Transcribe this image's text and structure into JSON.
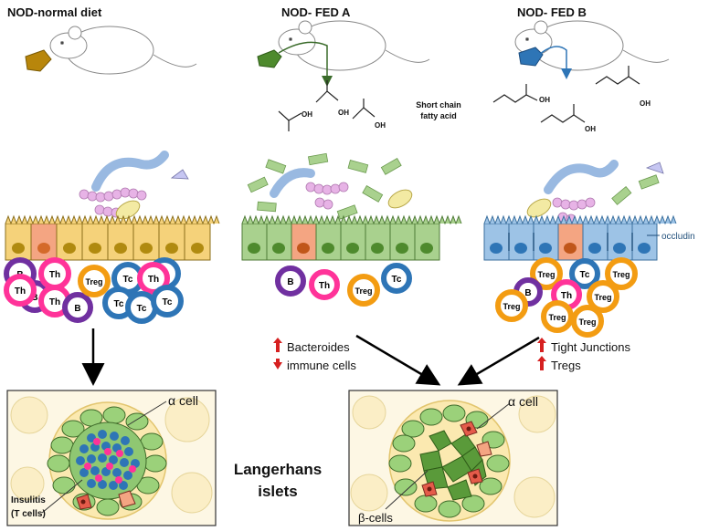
{
  "columns": {
    "normal": {
      "title": "NOD-normal diet"
    },
    "fed_a": {
      "title": "NOD- FED A"
    },
    "fed_b": {
      "title": "NOD- FED B"
    }
  },
  "scfa": {
    "line1": "Short chain",
    "line2": "fatty acid",
    "oh": "OH"
  },
  "occludin": "occludin",
  "cells": {
    "b": "B",
    "th": "Th",
    "tc": "Tc",
    "treg": "Treg"
  },
  "effects": {
    "fed_a": [
      {
        "dir": "up",
        "text": "Bacteroides"
      },
      {
        "dir": "down",
        "text": "immune cells"
      }
    ],
    "fed_b": [
      {
        "dir": "up",
        "text": "Tight Junctions"
      },
      {
        "dir": "up",
        "text": "Tregs"
      }
    ]
  },
  "islets": {
    "center_label_1": "Langerhans",
    "center_label_2": "islets",
    "alpha_left": "α cell",
    "alpha_right": "α cell",
    "insulitis_1": "Insulitis",
    "insulitis_2": "(T cells)",
    "beta": "β-cells"
  },
  "colors": {
    "normal_epithelium": "#f5d27a",
    "fed_a_epithelium": "#a9d18e",
    "fed_b_epithelium": "#9dc3e6",
    "arrow_up": "#d62020",
    "b_cell": "#7030a0",
    "th_cell": "#ff3399",
    "tc_cell": "#2e75b6",
    "treg_cell": "#f39c12"
  }
}
